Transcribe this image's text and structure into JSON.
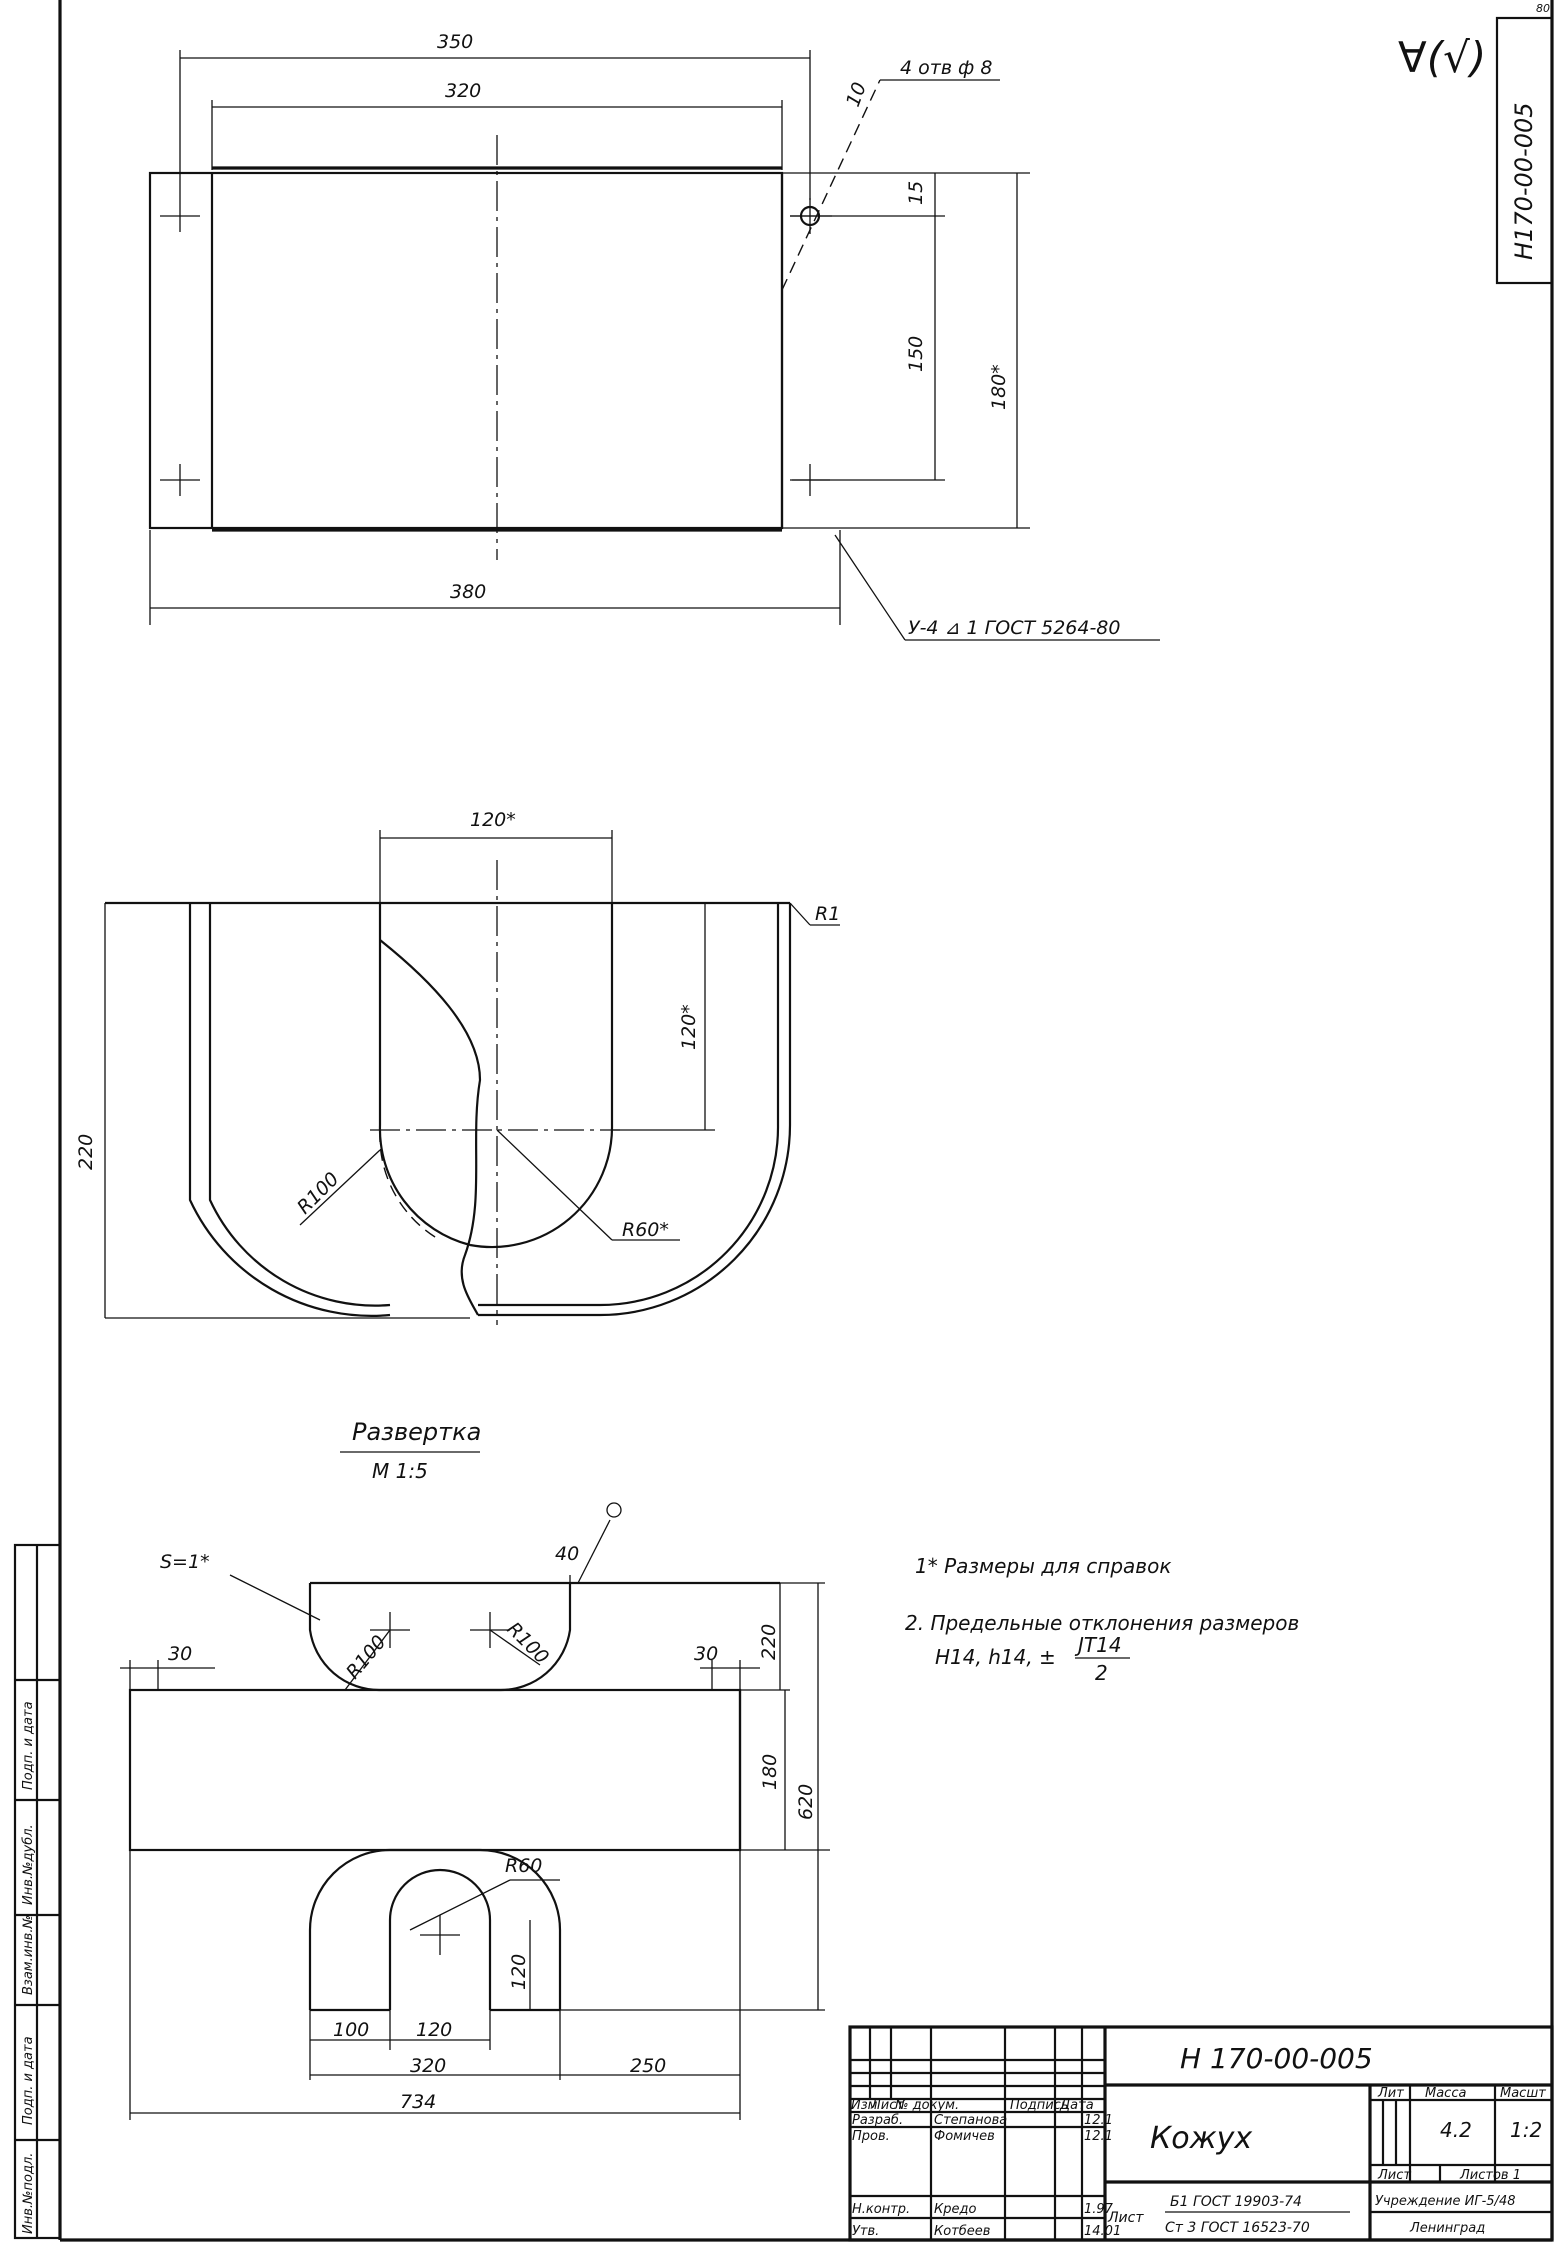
{
  "stamp": {
    "code_vertical": "Н170-00-005",
    "corner_number": "80"
  },
  "roughness": {
    "symbol": "∀(√)"
  },
  "top_view": {
    "dims": {
      "overall_350": "350",
      "hole_pitch_320": "320",
      "length_380": "380",
      "edge_15": "15",
      "pitch_150": "150",
      "height_180": "180*"
    },
    "holes_callout": "4 отв ф 8",
    "chamfer_label": "10",
    "weld_callout": "У-4  ⊿ 1 ГОСТ 5264-80"
  },
  "section_view": {
    "dims": {
      "opening_120": "120*",
      "depth_120": "120*",
      "height_220": "220",
      "radius_r100": "R100",
      "radius_r60": "R60*",
      "radius_r1": "R1"
    }
  },
  "development": {
    "title": "Развертка",
    "scale": "М 1:5",
    "thickness": "S=1*",
    "dims": {
      "d40": "40",
      "d30_left": "30",
      "d30_right": "30",
      "d220": "220",
      "d180": "180",
      "d620": "620",
      "r100_left": "R100",
      "r100_right": "R100",
      "r60": "R60",
      "d120_vert": "120",
      "d100": "100",
      "d120_horiz": "120",
      "d320": "320",
      "d250": "250",
      "d734": "734"
    }
  },
  "notes": {
    "n1": "1* Размеры для справок",
    "n2": "2. Предельные   отклонения размеров",
    "n2_formula": "Н14, h14, ±",
    "n2_frac_top": "JT14",
    "n2_frac_bottom": "2"
  },
  "left_strip": {
    "labels": [
      "Инв.№подл.",
      "Подп. и дата",
      "Взам.инв.№",
      "Инв.№дубл.",
      "Подп. и дата"
    ]
  },
  "title_block": {
    "designation": "Н 170-00-005",
    "name": "Кожух",
    "col_headers": [
      "Изм",
      "Лист",
      "№ докум.",
      "Подпись",
      "Дата"
    ],
    "rows": [
      {
        "role": "Разраб.",
        "name": "Степанова",
        "date": "12.1"
      },
      {
        "role": "Пров.",
        "name": "Фомичев",
        "date": "12.1"
      },
      {
        "role": "Н.контр.",
        "name": "Кредо",
        "date": "1.97"
      },
      {
        "role": "Утв.",
        "name": "Котбеев",
        "date": "14.01"
      }
    ],
    "material_line1": "Б1 ГОСТ 19903-74",
    "material_line2": "Ст 3 ГОСТ 16523-70",
    "material_prefix": "Лист",
    "lit_label": "Лит",
    "mass_label": "Масса",
    "scale_label": "Масшт",
    "mass_value": "4.2",
    "scale_value": "1:2",
    "sheet_label": "Лист",
    "sheets_label": "Листов 1",
    "org_line1": "Учреждение ИГ-5/48",
    "org_line2": "Ленинград"
  }
}
